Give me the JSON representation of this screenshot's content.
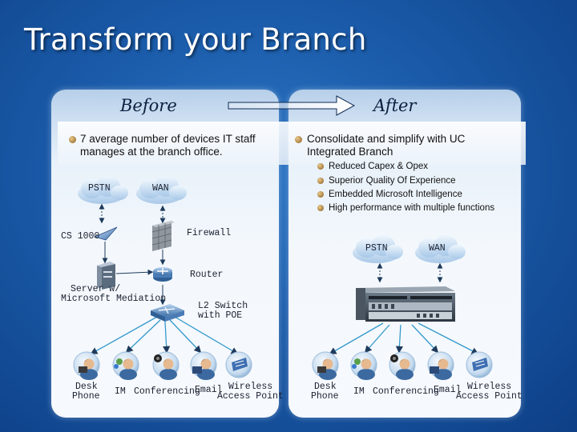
{
  "slide": {
    "title": "Transform your Branch"
  },
  "before": {
    "heading": "Before",
    "bullet": [
      "7 average number of devices IT staff",
      "manages at the branch office."
    ],
    "labels": {
      "pstn": "PSTN",
      "wan": "WAN",
      "cs1000": "CS 1000",
      "firewall": "Firewall",
      "router": "Router",
      "server": [
        "Server w/",
        "Microsoft Mediation"
      ],
      "l2switch": [
        "L2 Switch",
        "with POE"
      ],
      "desk_phone": [
        "Desk",
        "Phone"
      ],
      "im": "IM",
      "conferencing": "Conferencing",
      "email": "Email",
      "wireless": [
        "Wireless",
        "Access Point"
      ]
    }
  },
  "after": {
    "heading": "After",
    "bullet": [
      "Consolidate and simplify with UC",
      "Integrated Branch"
    ],
    "sub_bullets": [
      "Reduced Capex & Opex",
      "Superior Quality Of Experience",
      "Embedded Microsoft Intelligence",
      "High performance with multiple functions"
    ],
    "labels": {
      "pstn": "PSTN",
      "wan": "WAN",
      "desk_phone": [
        "Desk",
        "Phone"
      ],
      "im": "IM",
      "conferencing": "Conferencing",
      "email": "Email",
      "wireless": [
        "Wireless",
        "Access Point"
      ]
    }
  },
  "icons": {
    "arrow": "transition-arrow-icon",
    "cloud": "cloud-icon",
    "pbx": "pbx-icon",
    "firewall": "firewall-icon",
    "router": "router-icon",
    "server": "server-icon",
    "switch": "switch-icon",
    "appliance": "integrated-branch-appliance-icon",
    "user": "user-icon"
  },
  "colors": {
    "background": "#1a5aa8",
    "link_line": "#3399cc",
    "cloud": "#c9dff2"
  }
}
